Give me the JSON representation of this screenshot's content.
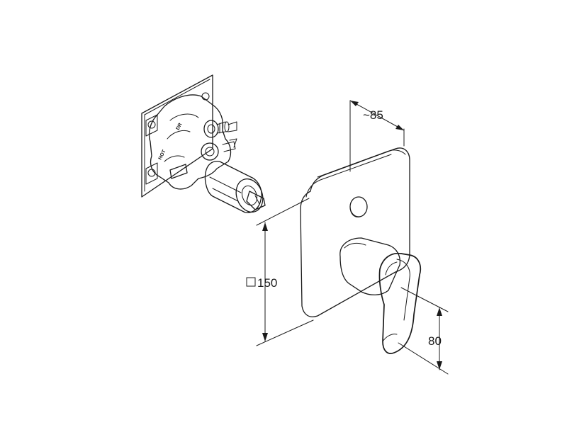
{
  "dimensions": {
    "depth": "~85",
    "plate_size": "150",
    "handle_height": "80"
  },
  "body_markings": {
    "outlet": "DR",
    "inlet": "HOT"
  }
}
